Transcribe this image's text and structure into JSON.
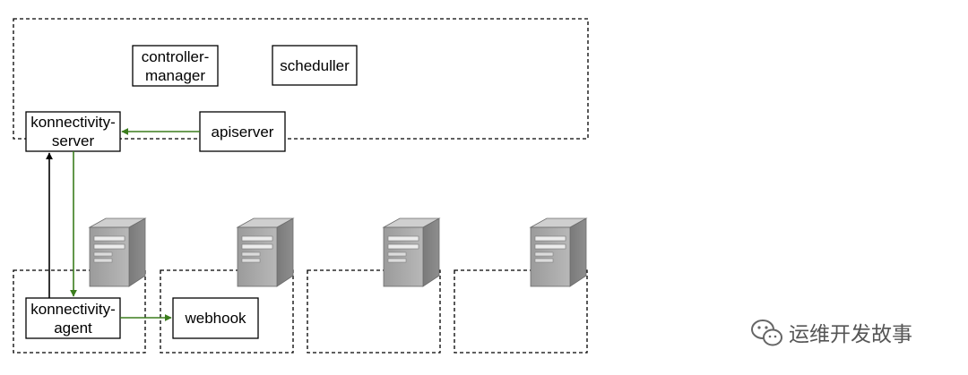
{
  "diagram": {
    "components": {
      "controller_manager": {
        "line1": "controller-",
        "line2": "manager"
      },
      "scheduler": {
        "label": "scheduller"
      },
      "apiserver": {
        "label": "apiserver"
      },
      "konnectivity_server": {
        "line1": "konnectivity-",
        "line2": "server"
      },
      "konnectivity_agent": {
        "line1": "konnectivity-",
        "line2": "agent"
      },
      "webhook": {
        "label": "webhook"
      }
    },
    "nodes": [
      {
        "id": "node-1",
        "icon": "server-icon"
      },
      {
        "id": "node-2",
        "icon": "server-icon"
      },
      {
        "id": "node-3",
        "icon": "server-icon"
      },
      {
        "id": "node-4",
        "icon": "server-icon"
      }
    ],
    "connections": [
      {
        "from": "apiserver",
        "to": "konnectivity-server",
        "color": "#3b7d1d"
      },
      {
        "from": "konnectivity-server",
        "to": "konnectivity-agent",
        "color": "#3b7d1d"
      },
      {
        "from": "konnectivity-agent",
        "to": "webhook",
        "color": "#3b7d1d"
      },
      {
        "from": "konnectivity-agent",
        "to": "konnectivity-server",
        "color": "#000000"
      }
    ],
    "colors": {
      "green_arrow": "#3b7d1d",
      "black_arrow": "#000000",
      "server_gray": "#a9a9a9"
    }
  },
  "watermark": {
    "icon": "wechat-icon",
    "text": "运维开发故事"
  }
}
